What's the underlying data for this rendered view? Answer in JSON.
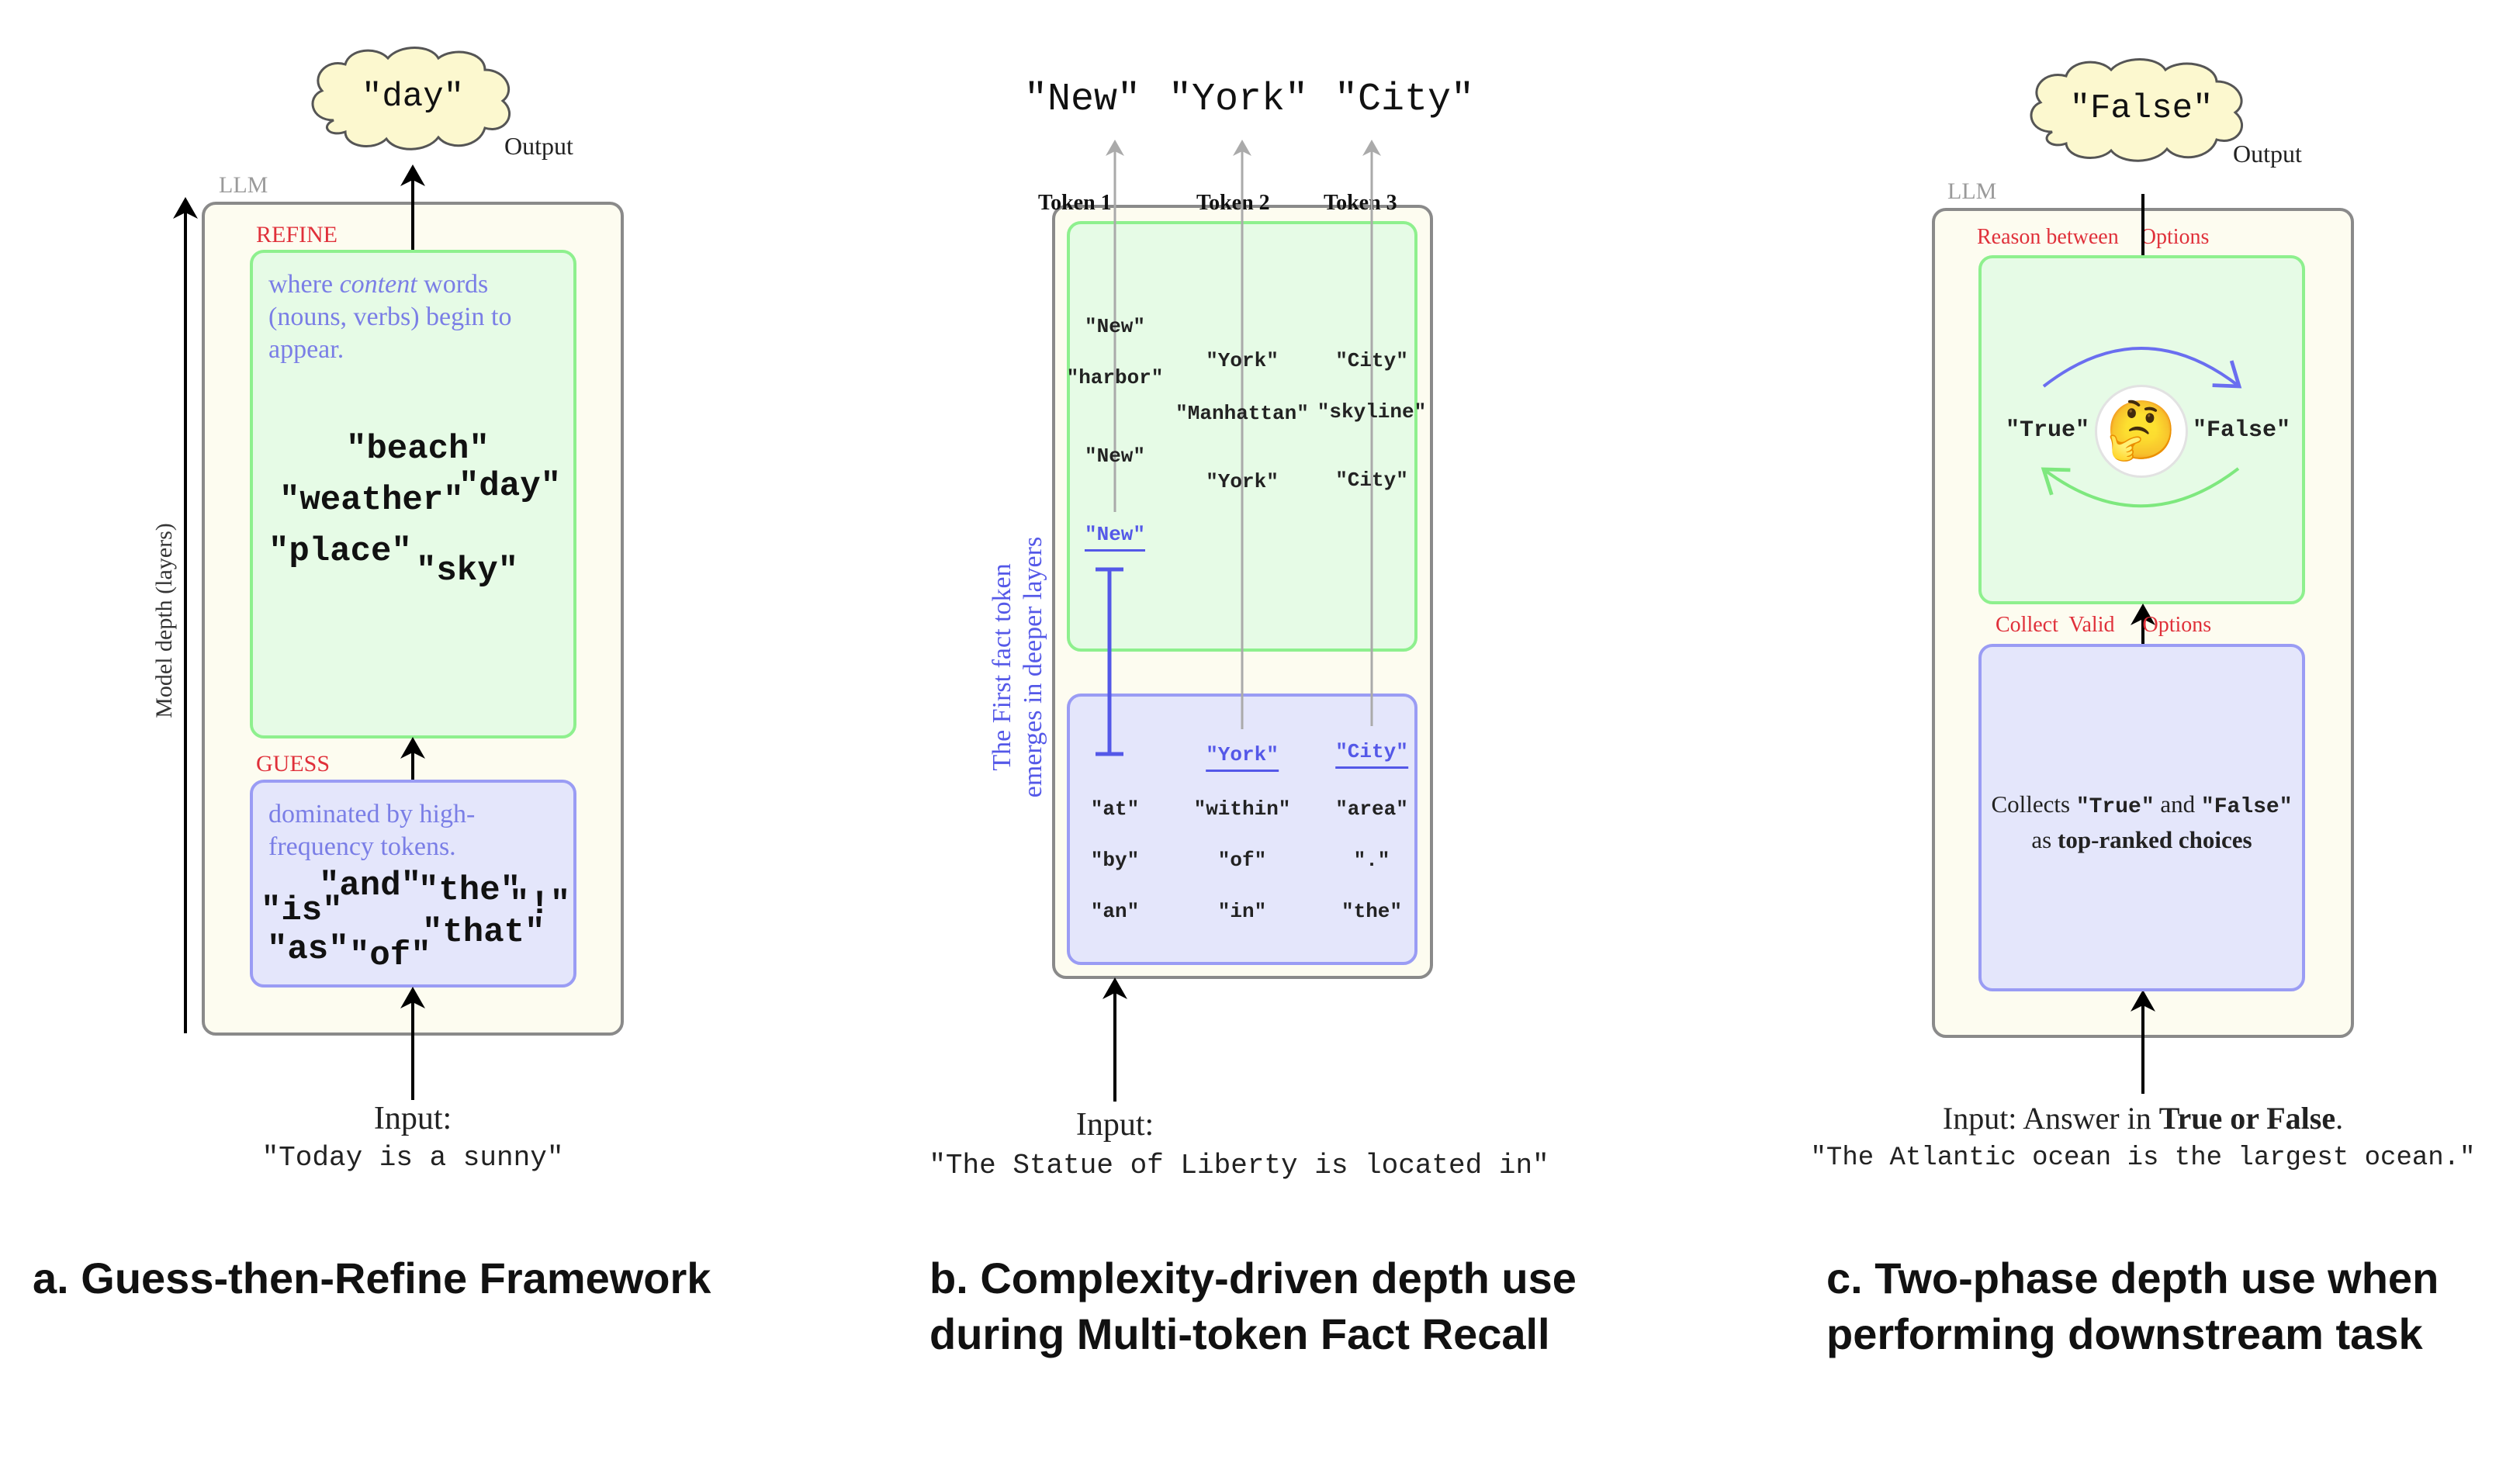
{
  "panel_a": {
    "output_token": "\"day\"",
    "output_label": "Output",
    "llm_label": "LLM",
    "axis_label": "Model depth (layers)",
    "refine": {
      "label": "REFINE",
      "desc_pre": "where ",
      "desc_em": "content",
      "desc_post": " words (nouns, verbs) begin to appear.",
      "tokens": [
        "\"beach\"",
        "\"weather\"",
        "\"day\"",
        "\"place\"",
        "\"sky\""
      ]
    },
    "guess": {
      "label": "GUESS",
      "desc": "dominated by high-frequency tokens.",
      "tokens": [
        "\"and\"",
        "\"the\"",
        "\"!\"",
        "\"is\"",
        "\"that\"",
        "\"as\"",
        "\"of\""
      ]
    },
    "input_label": "Input:",
    "input_text": "\"Today is a sunny\"",
    "caption": "a.  Guess-then-Refine Framework"
  },
  "panel_b": {
    "outputs": [
      "\"New\"",
      "\"York\"",
      "\"City\""
    ],
    "token_headers": [
      "Token 1",
      "Token 2",
      "Token 3"
    ],
    "side_label_line1": "The First fact token",
    "side_label_line2": "emerges in deeper layers",
    "columns": [
      {
        "upper": [
          "\"New\"",
          "\"harbor\"",
          "\"New\""
        ],
        "highlight": "\"New\"",
        "lower": [
          "\"at\"",
          "\"by\"",
          "\"an\""
        ]
      },
      {
        "upper": [
          "\"York\"",
          "\"Manhattan\"",
          "\"York\""
        ],
        "highlight": "\"York\"",
        "lower": [
          "\"within\"",
          "\"of\"",
          "\"in\""
        ]
      },
      {
        "upper": [
          "\"City\"",
          "\"skyline\"",
          "\"City\""
        ],
        "highlight": "\"City\"",
        "lower": [
          "\"area\"",
          "\".\"",
          "\"the\""
        ]
      }
    ],
    "input_label": "Input:",
    "input_text": "\"The Statue of Liberty is located in\"",
    "caption_line1": "b.  Complexity-driven depth use",
    "caption_line2": "during Multi-token Fact Recall"
  },
  "panel_c": {
    "output_token": "\"False\"",
    "output_label": "Output",
    "llm_label": "LLM",
    "upper_label_left": "Reason between",
    "upper_label_right": "Options",
    "option_true": "\"True\"",
    "option_false": "\"False\"",
    "thinking_emoji": "🤔",
    "lower_label_left": "Collect  Valid",
    "lower_label_right": "Options",
    "lower_desc_pre": "Collects ",
    "lower_desc_true": "\"True\"",
    "lower_desc_and": " and ",
    "lower_desc_false": "\"False\"",
    "lower_desc_as": "as ",
    "lower_desc_bold": "top-ranked choices",
    "input_pre": "Input: Answer in ",
    "input_bold": "True or False",
    "input_post": ".",
    "input_text": "\"The Atlantic ocean is the largest ocean.\"",
    "caption_line1": "c.  Two-phase depth use when",
    "caption_line2": "performing downstream task"
  },
  "colors": {
    "red_label": "#e0303a",
    "desc_blue": "#7a7ee6",
    "highlight_blue": "#5458e8",
    "green_border": "#8ef08e",
    "green_fill": "#e6fbe6",
    "blue_border": "#9a9cf4",
    "blue_fill": "#e4e6fb",
    "llm_fill": "#fdfcf0",
    "cloud_fill": "#fcf8cf"
  }
}
